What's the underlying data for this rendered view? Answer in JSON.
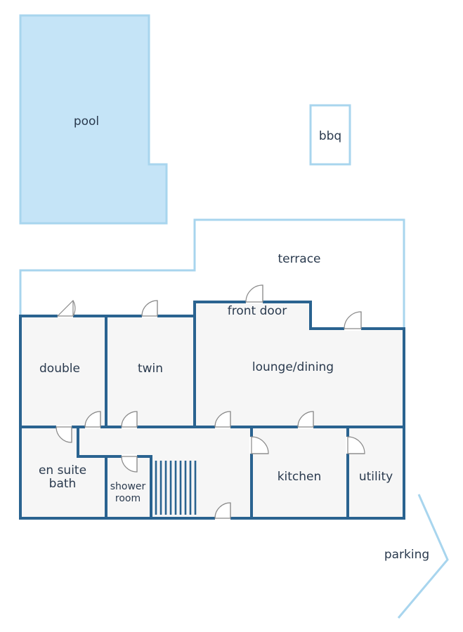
{
  "labels": {
    "pool": "pool",
    "bbq": "bbq",
    "terrace": "terrace",
    "front_door": "front door",
    "double": "double",
    "twin": "twin",
    "lounge": "lounge/dining",
    "en_suite_line1": "en suite",
    "en_suite_line2": "bath",
    "shower_line1": "shower",
    "shower_line2": "room",
    "kitchen": "kitchen",
    "utility": "utility",
    "parking": "parking"
  },
  "colors": {
    "wall": "#2a6390",
    "pool_fill": "#c5e4f7",
    "outline": "#a8d5ee",
    "room_fill": "#f6f6f6",
    "text": "#2a3a4e"
  }
}
